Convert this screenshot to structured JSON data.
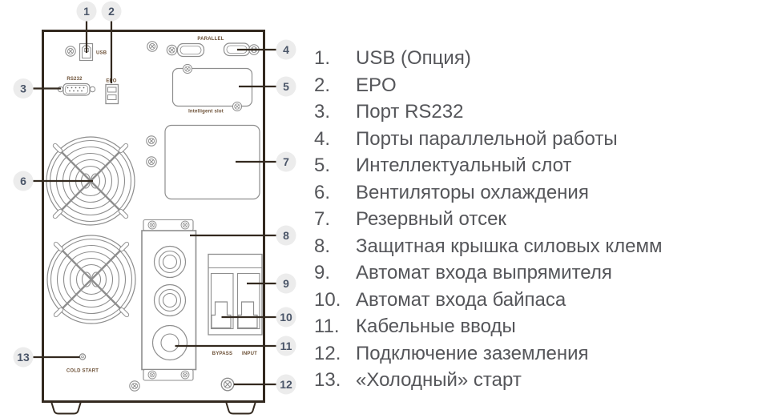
{
  "diagram": {
    "labels": {
      "usb": "USB",
      "rs232": "RS232",
      "epo": "EPO",
      "parallel": "PARALLEL",
      "intelligent_slot": "Intelligent slot",
      "bypass": "BYPASS",
      "input": "INPUT",
      "cold_start": "COLD START"
    },
    "callouts": [
      "1",
      "2",
      "3",
      "4",
      "5",
      "6",
      "7",
      "8",
      "9",
      "10",
      "11",
      "12",
      "13"
    ]
  },
  "legend": {
    "items": [
      {
        "number": "1.",
        "label": "USB (Опция)"
      },
      {
        "number": "2.",
        "label": "EPO"
      },
      {
        "number": "3.",
        "label": "Порт RS232"
      },
      {
        "number": "4.",
        "label": "Порты параллельной работы"
      },
      {
        "number": "5.",
        "label": "Интеллектуальный слот"
      },
      {
        "number": "6.",
        "label": "Вентиляторы охлаждения"
      },
      {
        "number": "7.",
        "label": "Резервный отсек"
      },
      {
        "number": "8.",
        "label": "Защитная крышка силовых клемм"
      },
      {
        "number": "9.",
        "label": "Автомат входа выпрямителя"
      },
      {
        "number": "10.",
        "label": "Автомат входа байпаса"
      },
      {
        "number": "11.",
        "label": "Кабельные вводы"
      },
      {
        "number": "12.",
        "label": "Подключение заземления"
      },
      {
        "number": "13.",
        "label": "«Холодный» старт"
      }
    ]
  },
  "colors": {
    "callout_fill": "#ececec",
    "callout_text": "#4a5568",
    "leader_line": "#33291f",
    "cabinet_outline": "#33291f",
    "drawing_line": "#8e8e8e",
    "panel_label": "#6b4f35",
    "legend_text": "#55565a"
  }
}
